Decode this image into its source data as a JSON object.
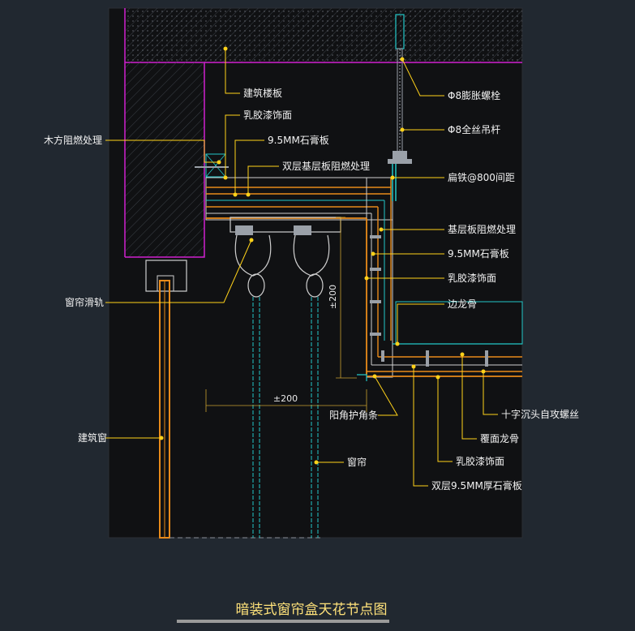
{
  "title": "暗装式窗帘盒天花节点图",
  "colors": {
    "background": "#212830",
    "frame": "#0f1012",
    "leader": "#ffd21a",
    "magenta": "#d020d0",
    "orange": "#e88a1a",
    "cyan": "#22c8c8",
    "text": "#f2f2f2"
  },
  "labels": {
    "building_slab": "建筑楼板",
    "latex_paint_1": "乳胶漆饰面",
    "wood_fireproof": "木方阻燃处理",
    "gypsum_1": "9.5MM石膏板",
    "double_base_board": "双层基层板阻燃处理",
    "expansion_bolt": "Φ8膨胀螺栓",
    "threaded_rod": "Φ8全丝吊杆",
    "flat_iron": "扁铁@800间距",
    "base_board_fireproof": "基层板阻燃处理",
    "gypsum_2": "9.5MM石膏板",
    "latex_paint_2": "乳胶漆饰面",
    "edge_keel": "边龙骨",
    "curtain_track": "窗帘滑轨",
    "corner_guard": "阳角护角条",
    "cross_screw": "十字沉头自攻螺丝",
    "cover_keel": "覆面龙骨",
    "latex_paint_3": "乳胶漆饰面",
    "double_gypsum": "双层9.5MM厚石膏板",
    "building_window": "建筑窗",
    "curtain": "窗帘"
  },
  "dimensions": {
    "vertical": "±200",
    "horizontal": "±200"
  }
}
